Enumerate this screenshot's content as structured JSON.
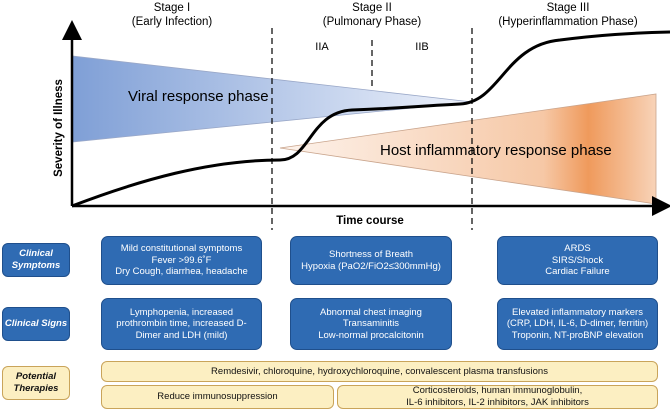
{
  "stages": [
    {
      "name": "Stage I",
      "sub": "(Early Infection)"
    },
    {
      "name": "Stage II",
      "sub": "(Pulmonary Phase)"
    },
    {
      "name": "Stage III",
      "sub": "(Hyperinflammation Phase)"
    }
  ],
  "substages": [
    "IIA",
    "IIB"
  ],
  "axes": {
    "y": "Severity of Illness",
    "x": "Time course"
  },
  "phases": {
    "viral": "Viral response phase",
    "host": "Host inflammatory response phase"
  },
  "rows": {
    "symptoms": {
      "label": "Clinical\nSymptoms",
      "stage1": "Mild constitutional symptoms\nFever >99.6˚F\nDry Cough, diarrhea, headache",
      "stage2": "Shortness of Breath\nHypoxia (PaO2/FiO2≤300mmHg)",
      "stage3": "ARDS\nSIRS/Shock\nCardiac Failure"
    },
    "signs": {
      "label": "Clinical Signs",
      "stage1": "Lymphopenia, increased\nprothrombin time, increased D-\nDimer and LDH (mild)",
      "stage2": "Abnormal chest imaging\nTransaminitis\nLow-normal procalcitonin",
      "stage3": "Elevated inflammatory markers\n(CRP, LDH, IL-6, D-dimer, ferritin)\nTroponin, NT-proBNP elevation"
    },
    "therapies": {
      "label": "Potential\nTherapies",
      "top": "Remdesivir, chloroquine, hydroxychloroquine, convalescent plasma transfusions",
      "left": "Reduce immunosuppression",
      "right": "Corticosteroids, human immunoglobulin,\nIL-6 inhibitors, IL-2 inhibitors, JAK inhibitors"
    }
  },
  "colors": {
    "viral_start": "#7f9fd6",
    "viral_end": "#eef2fb",
    "host_start": "#fbe9dc",
    "host_end": "#ef9a5c",
    "box_blue": "#2f6bb3",
    "cream": "#fcefc2"
  }
}
